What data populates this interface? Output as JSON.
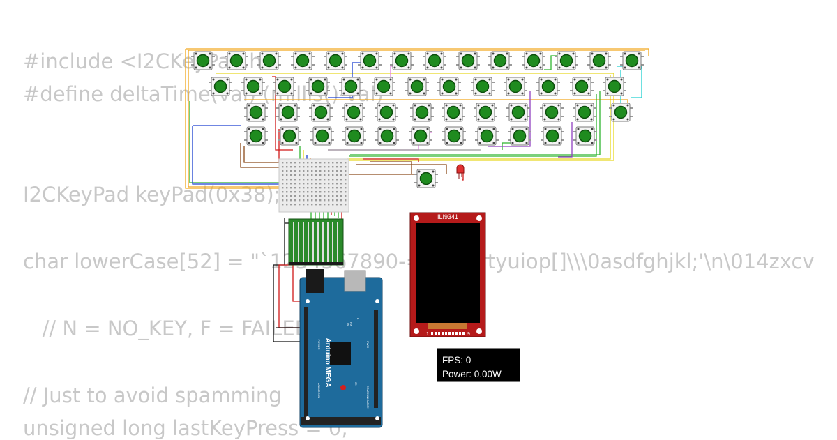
{
  "code": {
    "lines": [
      "#include <I2CKeyPad.h>",
      "#define deltaTime(val) (millis()-val)",
      "I2CKeyPad keyPad(0x38);",
      "char lowerCase[52] = \"`1234567890-=\\tqwertyuiop[]\\\\\\0asdfghjkl;'\\n\\014zxcv",
      "   // N = NO_KEY, F = FAILED",
      "// Just to avoid spamming",
      "unsigned long lastKeyPress = 0;"
    ]
  },
  "display": {
    "label": "ILI9341",
    "pin_first": "1",
    "pin_last": "9"
  },
  "board": {
    "name": "Arduino MEGA",
    "power_label": "POWER",
    "analog_label": "ANALOG IN",
    "pwm_label": "PWM",
    "comm_label": "COMMUNICATION",
    "tx_label": "TX",
    "rx_label": "RX",
    "l_label": "L",
    "on_label": "ON"
  },
  "simulator_status": {
    "fps_label": "FPS: 0",
    "power_label": "Power: 0.00W"
  },
  "colors": {
    "button_cap": "#1f8b1f",
    "board_blue": "#1e6b9c",
    "display_red": "#b51a1a",
    "led_red": "#e03030",
    "io_board_green": "#2a8a2a"
  }
}
